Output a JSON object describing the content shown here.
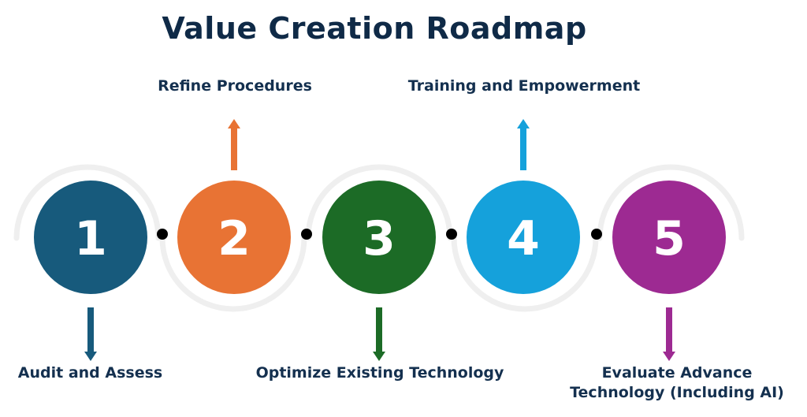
{
  "title": "Value Creation Roadmap",
  "steps": [
    {
      "number": "1",
      "label": "Audit and Assess",
      "color": "#175a7c",
      "arrow": "down"
    },
    {
      "number": "2",
      "label": "Refine Procedures",
      "color": "#e87334",
      "arrow": "up"
    },
    {
      "number": "3",
      "label": "Optimize Existing Technology",
      "color": "#1c6b26",
      "arrow": "down"
    },
    {
      "number": "4",
      "label": "Training and Empowerment",
      "color": "#15a1db",
      "arrow": "up"
    },
    {
      "number": "5",
      "label_lines": [
        "Evaluate Advance",
        "Technology (Including AI)"
      ],
      "color": "#9d2a92",
      "arrow": "down"
    }
  ],
  "colors": {
    "title": "#0f2a47",
    "label": "#14304f",
    "track": "#efefef",
    "connector_dot": "#000000"
  }
}
